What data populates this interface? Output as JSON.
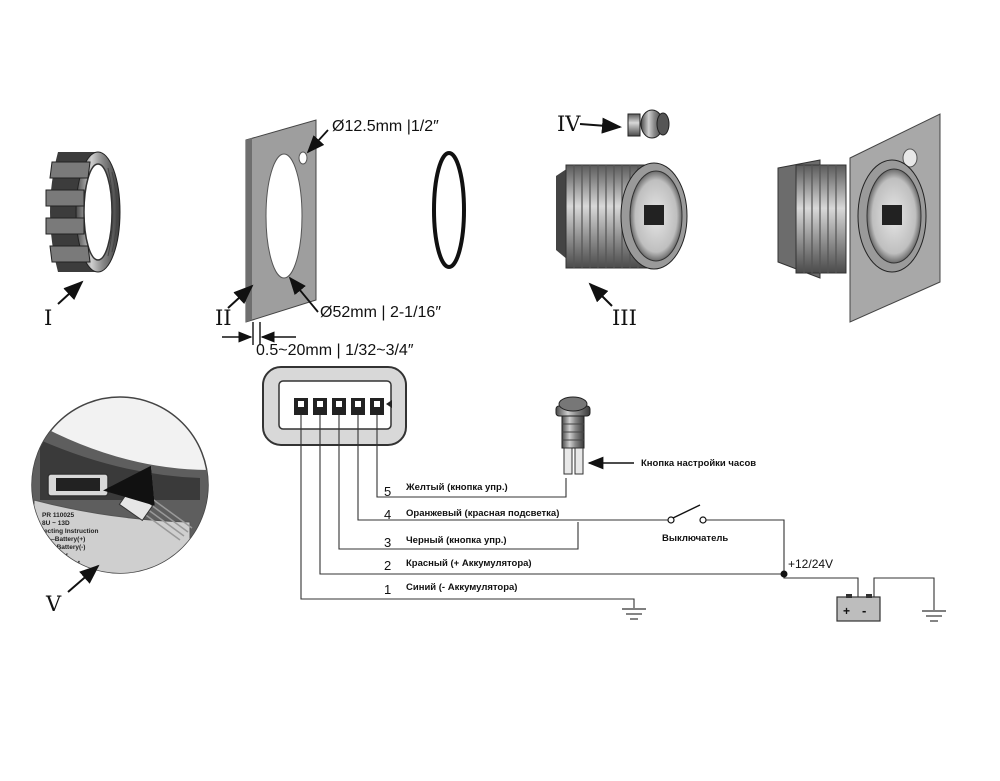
{
  "labels": {
    "part_nut": "I",
    "part_panel": "II",
    "part_housing": "III",
    "part_button": "IV",
    "part_connector": "V"
  },
  "dimensions": {
    "small_hole": "Ø12.5mm |1/2″",
    "large_hole": "Ø52mm | 2-1/16″",
    "panel_thickness": "0.5~20mm | 1/32~3/4″"
  },
  "wires": [
    {
      "num": "5",
      "label": "Желтый (кнопка упр.)"
    },
    {
      "num": "4",
      "label": "Оранжевый (красная подсветка)"
    },
    {
      "num": "3",
      "label": "Черный (кнопка упр.)"
    },
    {
      "num": "2",
      "label": "Красный (+ Аккумулятора)"
    },
    {
      "num": "1",
      "label": "Синий (- Аккумулятора)"
    }
  ],
  "annotations": {
    "clock_button": "Кнопка настройки часов",
    "switch": "Выключатель",
    "voltage": "+12/24V",
    "battery_plus": "+",
    "battery_minus": "-"
  },
  "sticker_text": [
    "PR 110025",
    "8U ~ 13D",
    "nnecting Instruction",
    "Red—Battery(+)",
    "Blue—Battery(-)",
    "e—Sensor",
    "ge—Red Light",
    "ow Light"
  ]
}
